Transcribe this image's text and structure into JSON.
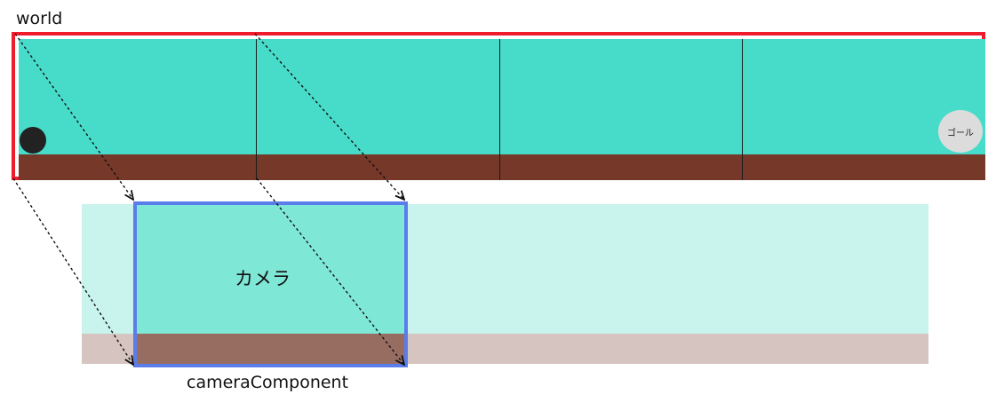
{
  "world": {
    "label": "world",
    "border_color": "#ee1c2d",
    "sky_color": "#47dcc9",
    "ground_color": "#753829",
    "goal_label": "ゴール",
    "goal_icon": "goal-circle-icon",
    "player_icon": "player-circle-icon"
  },
  "camera": {
    "label": "カメラ",
    "border_color": "#5b7deb"
  },
  "camera_component": {
    "label": "cameraComponent"
  }
}
